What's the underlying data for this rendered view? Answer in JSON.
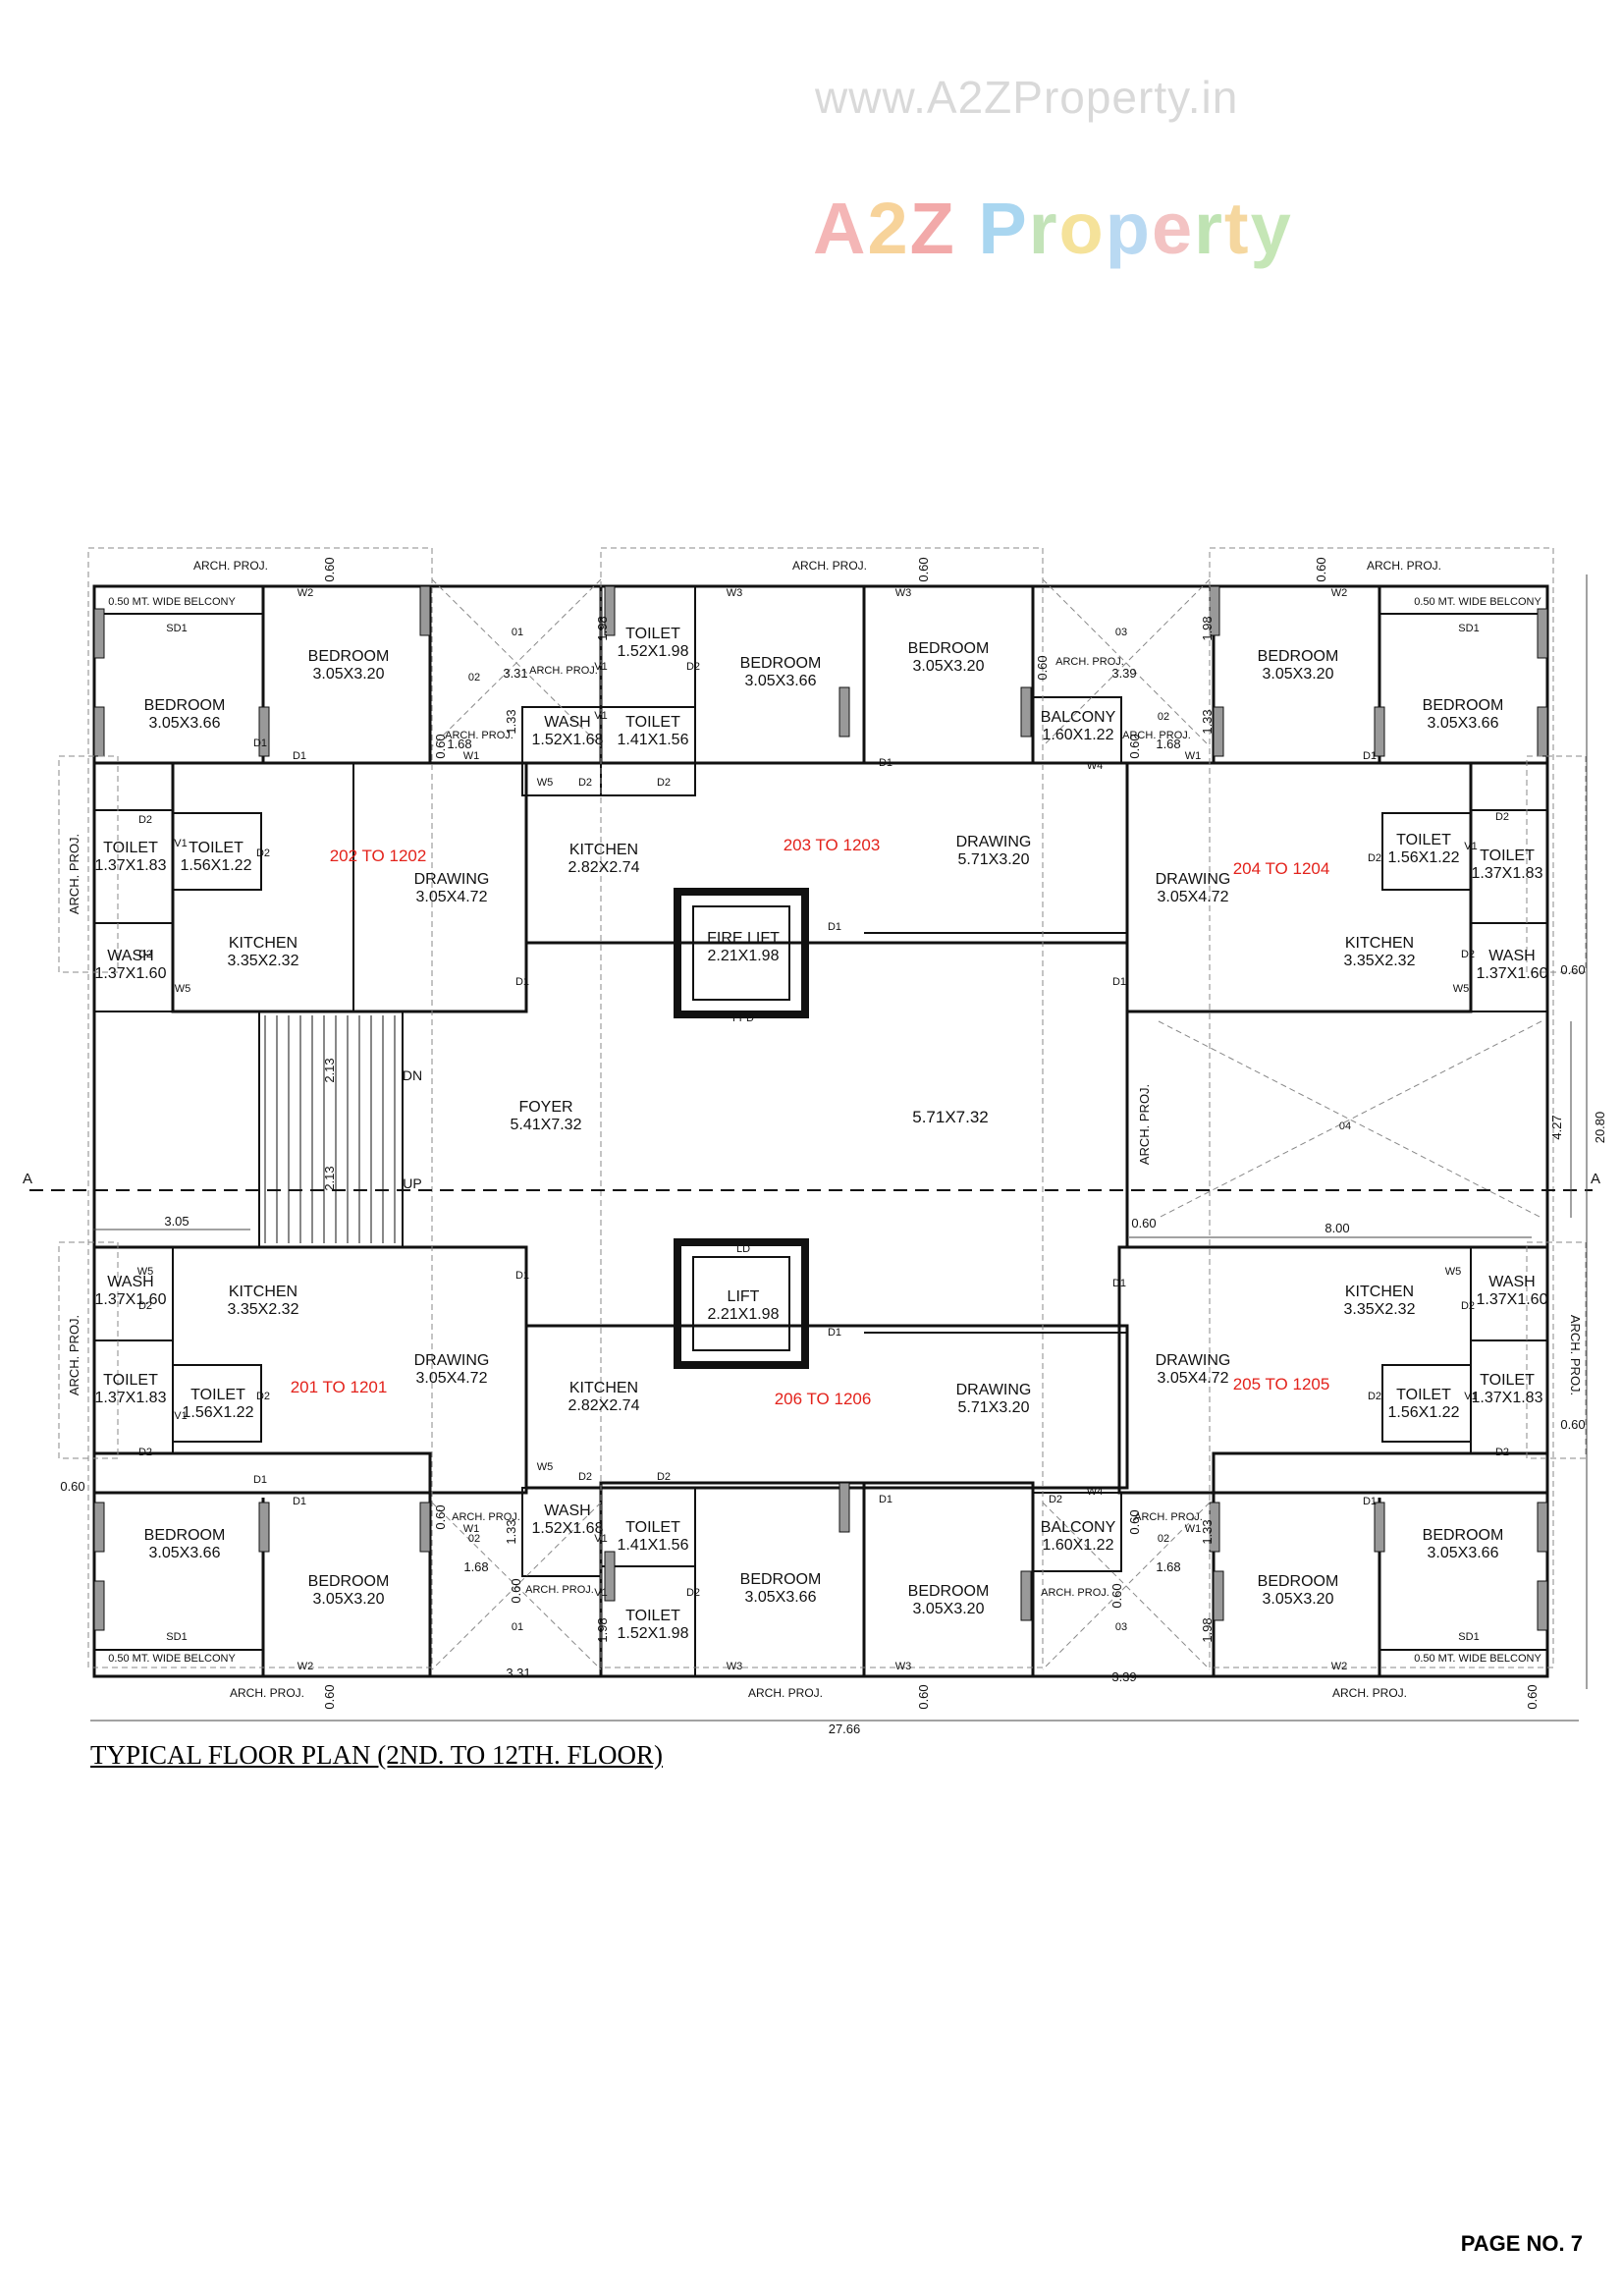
{
  "watermark": {
    "url": "www.A2ZProperty.in",
    "logo_letters": [
      "A",
      "2",
      "Z",
      " ",
      "P",
      "r",
      "o",
      "p",
      "e",
      "r",
      "t",
      "y"
    ],
    "logo_colors": [
      "#f4b6b6",
      "#f7d39a",
      "#f2a9a9",
      "#ffffff",
      "#a9d6f0",
      "#c3e3b8",
      "#f5e29a",
      "#b9d9f2",
      "#f3c3c3",
      "#bfe3b3",
      "#f5d79f",
      "#c5e6b6"
    ]
  },
  "plan": {
    "title": "TYPICAL FLOOR PLAN (2ND. TO 12TH. FLOOR)",
    "page_no": "PAGE NO. 7",
    "overall_width": "27.66",
    "overall_depth": "20.80",
    "section_mark_left": "A",
    "section_mark_right": "A",
    "flat_numbers": {
      "f202": "202  TO  1202",
      "f203": "203  TO  1203",
      "f204": "204  TO  1204",
      "f201": "201  TO  1201",
      "f206": "206  TO  1206",
      "f205": "205  TO  1205"
    },
    "rooms": {
      "belcony": "0.50 MT. WIDE BELCONY",
      "bedroom": "BEDROOM",
      "b366": "3.05X3.66",
      "b320": "3.05X3.20",
      "toilet": "TOILET",
      "t137": "1.37X1.83",
      "t156": "1.56X1.22",
      "t152": "1.52X1.98",
      "t141": "1.41X1.56",
      "wash": "WASH",
      "w137": "1.37X1.60",
      "w152": "1.52X1.68",
      "kitchen": "KITCHEN",
      "k335": "3.35X2.32",
      "k282": "2.82X2.74",
      "drawing": "DRAWING",
      "d305": "3.05X4.72",
      "d571": "5.71X3.20",
      "balcony": "BALCONY",
      "bal": "1.60X1.22",
      "fire_lift": "FIRE LIFT",
      "lift": "LIFT",
      "lift_size": "2.21X1.98",
      "foyer": "FOYER",
      "foyer_size": "5.41X7.32",
      "foyer2_size": "5.71X7.32",
      "arch_proj": "ARCH. PROJ.",
      "dn": "DN",
      "up": "UP",
      "fpd": "FPD",
      "ld": "LD"
    },
    "dims": {
      "d060": "0.60",
      "d168": "1.68",
      "d331": "3.31",
      "d339": "3.39",
      "d133": "1.33",
      "d198": "1.98",
      "d213": "2.13",
      "d305": "3.05",
      "d427": "4.27",
      "d800": "8.00"
    },
    "tags": {
      "w2": "W2",
      "w3": "W3",
      "w1": "W1",
      "w4": "W4",
      "w5": "W5",
      "d1": "D1",
      "d2": "D2",
      "v1": "V1",
      "sd1": "SD1",
      "o1": "01",
      "o2": "02",
      "o3": "03",
      "o4": "04"
    }
  }
}
